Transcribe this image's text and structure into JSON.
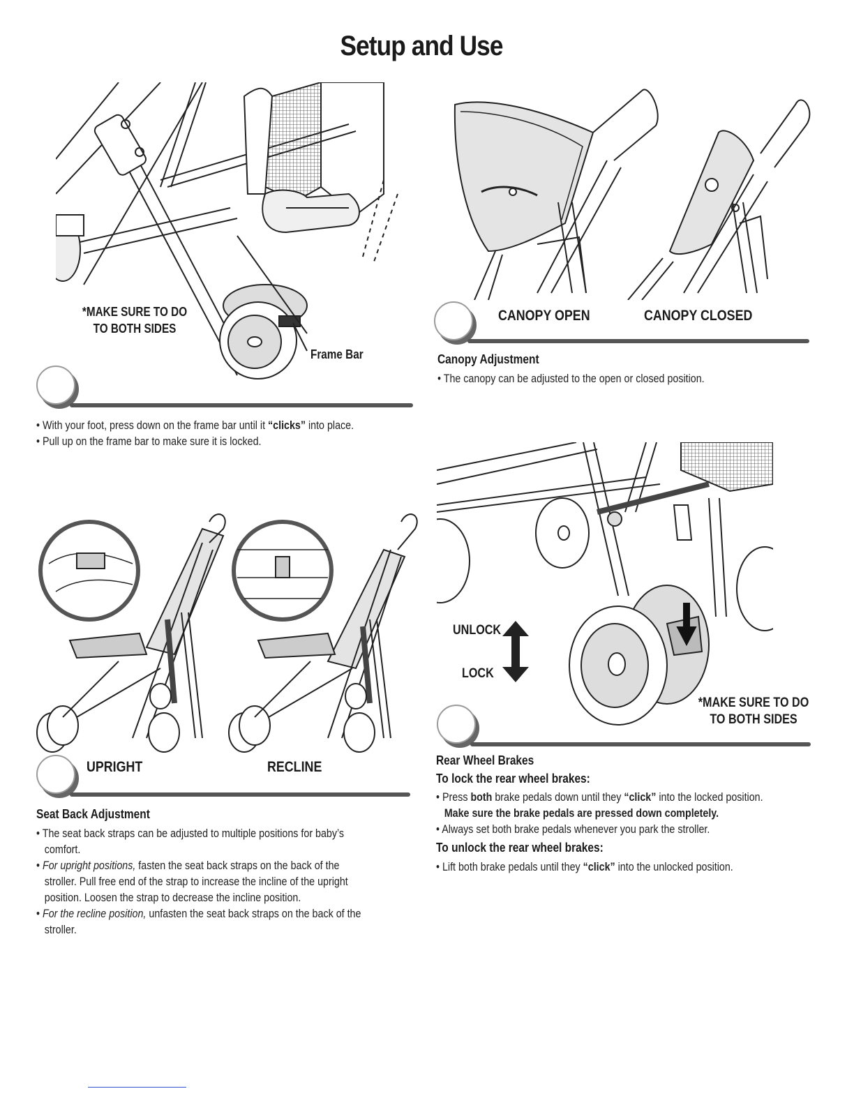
{
  "page": {
    "title": "Setup and Use"
  },
  "frame_section": {
    "note_line1": "*MAKE SURE TO DO",
    "note_line2": "TO BOTH SIDES",
    "frame_bar_label": "Frame Bar",
    "bullet1_a": "With your foot, press down on the frame bar until it ",
    "bullet1_b": "“clicks”",
    "bullet1_c": " into place.",
    "bullet2": "Pull up on the frame bar to make sure it is locked."
  },
  "canopy_section": {
    "label_open": "CANOPY OPEN",
    "label_closed": "CANOPY CLOSED",
    "heading": "Canopy Adjustment",
    "bullet1": "The canopy can be adjusted to the open or closed position."
  },
  "seat_section": {
    "label_upright": "UPRIGHT",
    "label_recline": "RECLINE",
    "heading": "Seat Back Adjustment",
    "bullet1": "The seat back straps can be adjusted to multiple positions for baby’s comfort.",
    "bullet2_italic": "For upright positions,",
    "bullet2_rest": " fasten the seat back straps on the back of the stroller. Pull free end of the strap to increase the incline of the upright position. Loosen the strap to decrease the incline position.",
    "bullet3_italic": "For the recline position,",
    "bullet3_rest": " unfasten the seat back straps on the back of the stroller."
  },
  "brake_section": {
    "unlock_label": "UNLOCK",
    "lock_label": "LOCK",
    "note_line1": "*MAKE SURE TO DO",
    "note_line2": "TO BOTH SIDES",
    "heading": "Rear Wheel Brakes",
    "lock_heading": "To lock the rear wheel brakes:",
    "lock_b1_a": "Press ",
    "lock_b1_b": "both",
    "lock_b1_c": " brake pedals down until they ",
    "lock_b1_d": "“click”",
    "lock_b1_e": " into the locked position.",
    "lock_b1_bold": "Make sure the brake pedals are pressed down completely.",
    "lock_b2": "Always set both brake pedals whenever you park the stroller.",
    "unlock_heading": "To unlock the rear wheel brakes:",
    "unlock_b1_a": "Lift both brake pedals until they ",
    "unlock_b1_b": "“click”",
    "unlock_b1_c": " into the unlocked position."
  }
}
